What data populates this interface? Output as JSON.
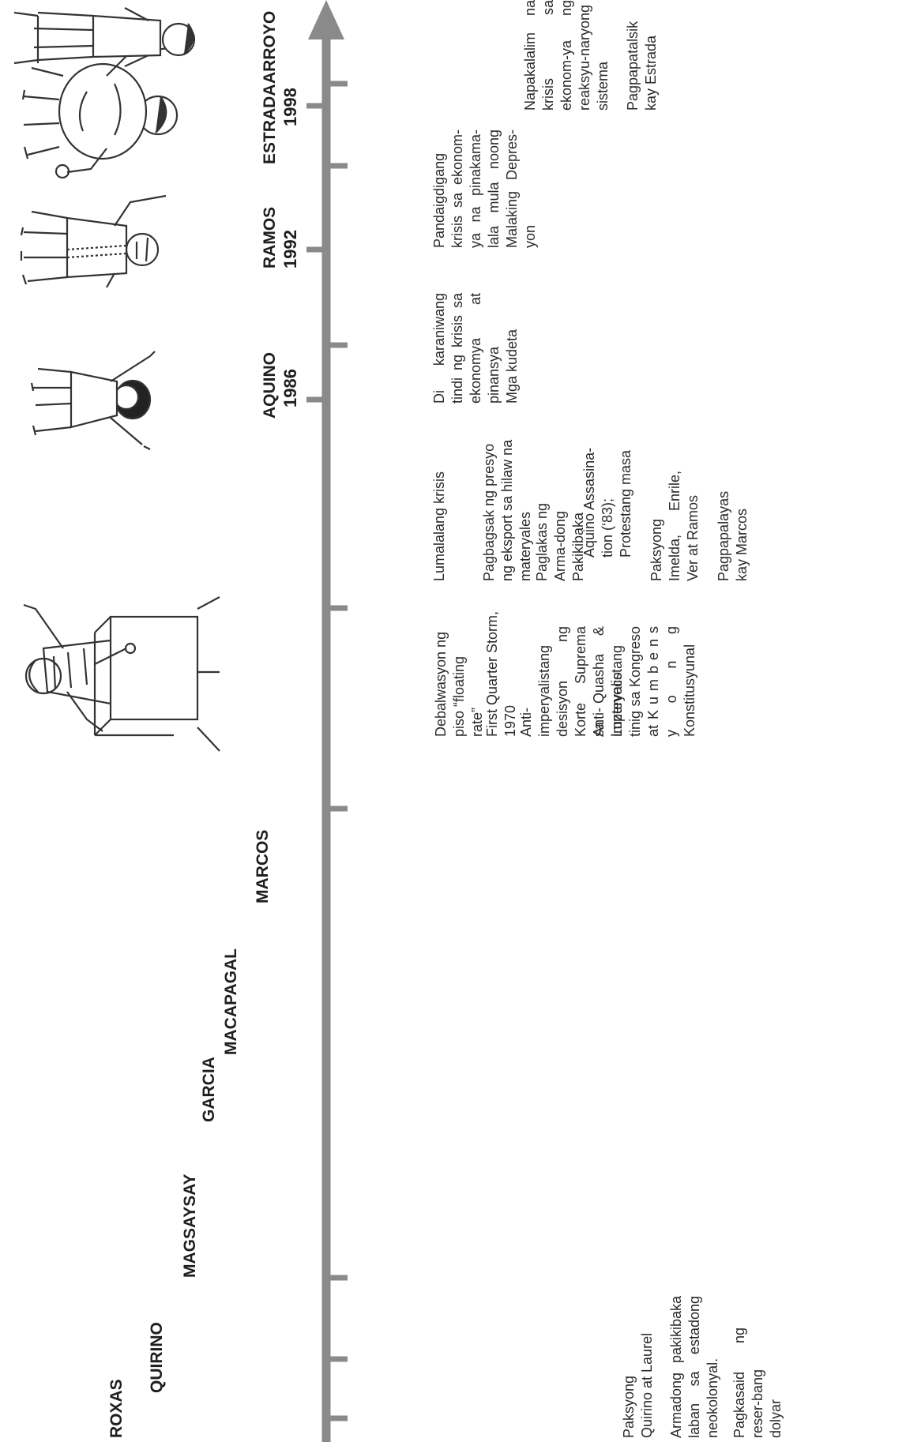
{
  "timeline": {
    "arrow_color": "#8a8a8a",
    "presidents": [
      {
        "name": "ROXAS"
      },
      {
        "name": "QUIRINO"
      },
      {
        "name": "MAGSAYSAY"
      },
      {
        "name": "GARCIA"
      },
      {
        "name": "MACAPAGAL"
      },
      {
        "name": "MARCOS"
      },
      {
        "name": "AQUINO",
        "year": "1986"
      },
      {
        "name": "RAMOS",
        "year": "1992"
      },
      {
        "name": "ESTRADA",
        "year": "1998"
      },
      {
        "name": "ARROYO"
      }
    ],
    "figures": [
      {
        "icon": "marcos-at-podium-icon"
      },
      {
        "icon": "aquino-figure-icon"
      },
      {
        "icon": "ramos-figure-icon"
      },
      {
        "icon": "estrada-figure-icon"
      },
      {
        "icon": "arroyo-figure-icon"
      }
    ]
  },
  "events": {
    "early": [
      "Paksyong Quirino at Laurel",
      "Armadong pakikibaka laban sa estadong neokolonyal.",
      "Pagkasaid ng reser-bang dolyar"
    ],
    "marcos_early": [
      "Debalwasyon ng piso “floating rate”",
      "First Quarter Storm, 1970",
      "Anti-imperyalistang desisyon ng Korte Suprema sa Quasha & Luzteveco",
      "Anti-imperyalistang tinig sa Kongreso at K u m b e n s y o n g Konstitusyunal"
    ],
    "marcos_late": [
      "Lumalalang krisis",
      "Pagbagsak ng presyo ng eksport sa hilaw na materyales",
      "Paglakas ng Arma-dong Pakikibaka",
      "Aquino Assasina-tion (‘83); Protestang masa",
      "Paksyong Imelda, Enrile, Ver at Ramos",
      "Pagpapalayas kay Marcos"
    ],
    "aquino": [
      "Di karaniwang tindi ng krisis sa ekonomya at pinansya",
      "Mga kudeta"
    ],
    "ramos": [
      "Pandaigdigang krisis sa ekonom-ya na pinakama-lala mula noong Malaking Depres-yon"
    ],
    "arroyo": [
      "Napakalalim na krisis sa ekonom-ya ng reaksyu-naryong sistema",
      "Pagpapatalsik kay Estrada"
    ]
  }
}
